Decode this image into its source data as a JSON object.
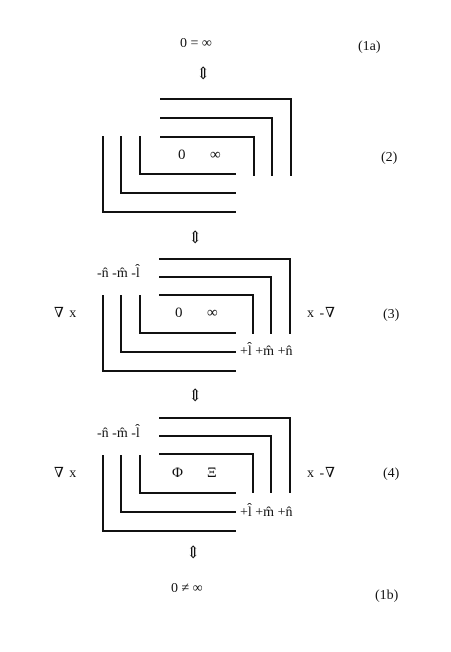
{
  "equations": {
    "eq1a": "0 = ∞",
    "eq1b": "0 ≠ ∞"
  },
  "labels": {
    "eq1a": "(1a)",
    "eq2": "(2)",
    "eq3": "(3)",
    "eq4": "(4)",
    "eq1b": "(1b)"
  },
  "arrow": "⇕",
  "inner_symbols": {
    "fig2": {
      "left": "0",
      "right": "∞"
    },
    "fig3": {
      "left": "0",
      "right": "∞"
    },
    "fig4": {
      "left": "Φ",
      "right": "Ξ"
    }
  },
  "operators": {
    "left": "∇ x",
    "right": "x -∇"
  },
  "basis": {
    "negative": "-n̂ -m̂ -l̂",
    "positive": "+l̂ +m̂ +n̂"
  }
}
